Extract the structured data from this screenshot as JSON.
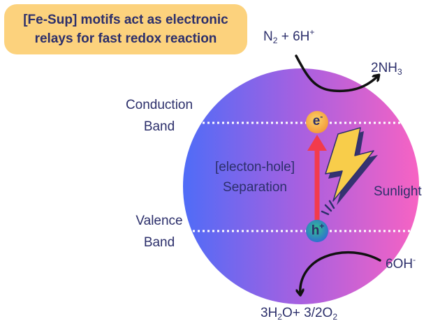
{
  "title": {
    "line1": "[Fe-Sup] motifs act as electronic",
    "line2": "relays for fast redox reaction"
  },
  "labels": {
    "conduction_band": [
      "Conduction",
      "Band"
    ],
    "valence_band": [
      "Valence",
      "Band"
    ],
    "separation": [
      "[electon-hole]",
      "Separation"
    ],
    "sunlight": "Sunlight",
    "electron": {
      "base": "e",
      "sup": "-"
    },
    "hole": {
      "base": "h",
      "sup": "+"
    }
  },
  "reactions": {
    "n2_reactant": [
      {
        "t": "N"
      },
      {
        "t": "2",
        "sub": true
      },
      {
        "t": " + 6H"
      },
      {
        "t": "+",
        "sup": true
      }
    ],
    "nh3_product": [
      {
        "t": "2NH"
      },
      {
        "t": "3",
        "sub": true
      }
    ],
    "oh_reactant": [
      {
        "t": "6OH"
      },
      {
        "t": "-",
        "sup": true
      }
    ],
    "water_oxygen_product": [
      {
        "t": "3H"
      },
      {
        "t": "2",
        "sub": true
      },
      {
        "t": "O+ 3/2O"
      },
      {
        "t": "2",
        "sub": true
      }
    ]
  },
  "colors": {
    "title_bg": "#fcd27d",
    "text": "#2c2f6b",
    "sphere_left": "#4f6cf7",
    "sphere_mid": "#a860e0",
    "sphere_right": "#f763c3",
    "arrow_red": "#f23b4c",
    "electron_fill": "#f8c64b",
    "hole_fill": "#2bb58a",
    "bolt_yellow": "#f8cd4a"
  }
}
